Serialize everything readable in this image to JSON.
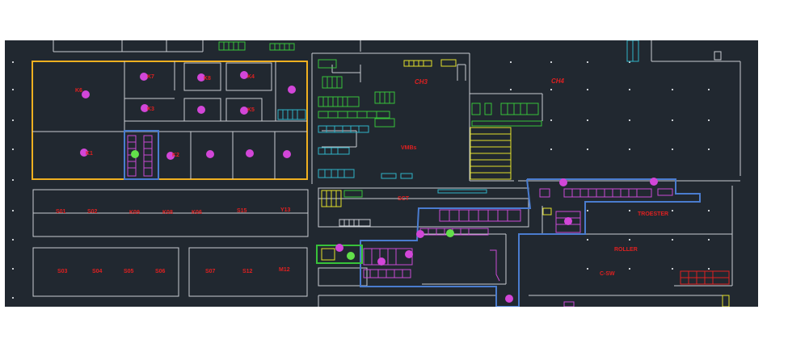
{
  "colors": {
    "background": "#212830",
    "page": "#ffffff",
    "wall": "#c9cdd2",
    "zone_yellow": "#f0b020",
    "route_blue": "#4a7ccf",
    "rack_green": "#38c23a",
    "rack_cyan": "#2fb3c7",
    "rack_magenta": "#c94ad4",
    "rack_yellow": "#e3e02a",
    "label_red": "#e02020",
    "marker_magenta": "#d246d8",
    "marker_green": "#62e04a"
  },
  "labels": {
    "k6": "K6",
    "k7": "K7",
    "k8": "K8",
    "k4": "K4",
    "k5": "K5",
    "k3": "K3",
    "k2": "K2",
    "k1": "K1",
    "ch3": "CH3",
    "ch4": "CH4",
    "vmbs": "VMBs",
    "sct": "SCT",
    "troester": "TROESTER",
    "roller": "ROLLER",
    "csw": "C-SW",
    "s01": "S01",
    "s02": "S02",
    "k09": "K09",
    "k08": "K08",
    "k06": "K06",
    "s15": "S15",
    "y13": "Y13",
    "s03": "S03",
    "s04": "S04",
    "s05": "S05",
    "s06": "S06",
    "s07": "S07",
    "s12": "S12",
    "m12": "M12"
  }
}
